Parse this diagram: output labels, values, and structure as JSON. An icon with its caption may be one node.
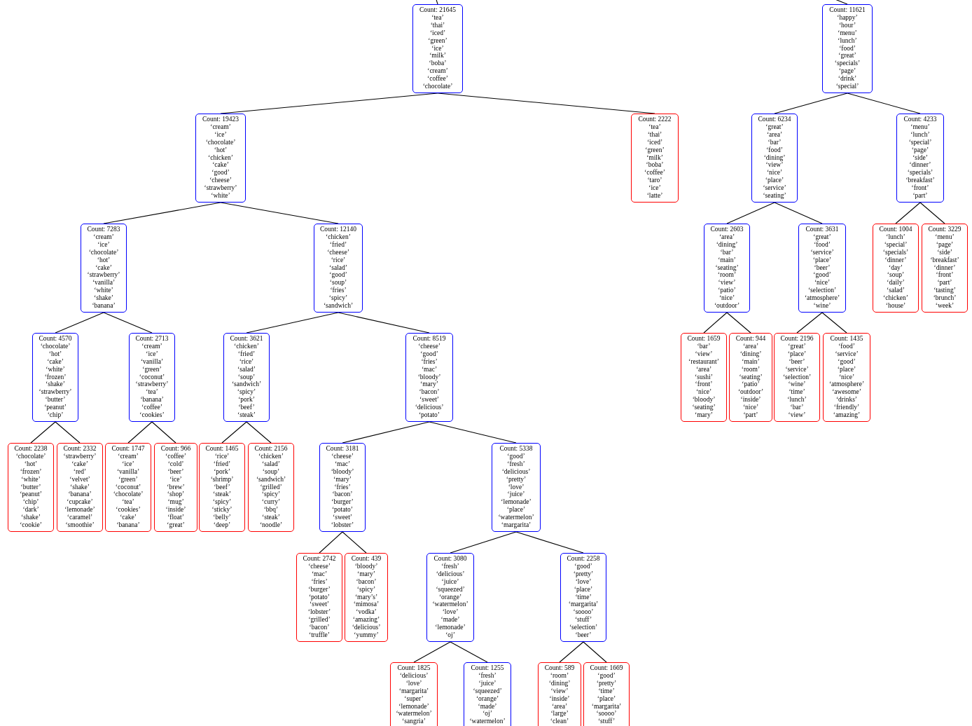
{
  "diagram": {
    "nodes": [
      {
        "text": [
          "Count: 21645",
          "‘tea’",
          "‘thai’",
          "‘iced’",
          "‘green’",
          "‘ice’",
          "‘milk’",
          "‘boba’",
          "‘cream’",
          "‘coffee’",
          "‘chocolate’"
        ]
      },
      {
        "text": [
          "Count: 11621",
          "‘happy’",
          "‘hour’",
          "‘menu’",
          "‘lunch’",
          "‘food’",
          "‘great’",
          "‘specials’",
          "‘page’",
          "‘drink’",
          "‘special’"
        ]
      },
      {
        "text": [
          "Count: 19423",
          "‘cream’",
          "‘ice’",
          "‘chocolate’",
          "‘hot’",
          "‘chicken’",
          "‘cake’",
          "‘good’",
          "‘cheese’",
          "‘strawberry’",
          "‘white’"
        ]
      },
      {
        "text": [
          "Count: 2222",
          "‘tea’",
          "‘thai’",
          "‘iced’",
          "‘green’",
          "‘milk’",
          "‘boba’",
          "‘coffee’",
          "‘taro’",
          "‘ice’",
          "‘latte’"
        ]
      },
      {
        "text": [
          "Count: 6234",
          "‘great’",
          "‘area’",
          "‘bar’",
          "‘food’",
          "‘dining’",
          "‘view’",
          "‘nice’",
          "‘place’",
          "‘service’",
          "‘seating’"
        ]
      },
      {
        "text": [
          "Count: 4233",
          "‘menu’",
          "‘lunch’",
          "‘special’",
          "‘page’",
          "‘side’",
          "‘dinner’",
          "‘specials’",
          "‘breakfast’",
          "‘front’",
          "‘part’"
        ]
      },
      {
        "text": [
          "Count: 7283",
          "‘cream’",
          "‘ice’",
          "‘chocolate’",
          "‘hot’",
          "‘cake’",
          "‘strawberry’",
          "‘vanilla’",
          "‘white’",
          "‘shake’",
          "‘banana’"
        ]
      },
      {
        "text": [
          "Count: 12140",
          "‘chicken’",
          "‘fried’",
          "‘cheese’",
          "‘rice’",
          "‘salad’",
          "‘good’",
          "‘soup’",
          "‘fries’",
          "‘spicy’",
          "‘sandwich’"
        ]
      },
      {
        "text": [
          "Count: 2603",
          "‘area’",
          "‘dining’",
          "‘bar’",
          "‘main’",
          "‘seating’",
          "‘room’",
          "‘view’",
          "‘patio’",
          "‘nice’",
          "‘outdoor’"
        ]
      },
      {
        "text": [
          "Count: 3631",
          "‘great’",
          "‘food’",
          "‘service’",
          "‘place’",
          "‘beer’",
          "‘good’",
          "‘nice’",
          "‘selection’",
          "‘atmosphere’",
          "‘wine’"
        ]
      },
      {
        "text": [
          "Count: 1004",
          "‘lunch’",
          "‘special’",
          "‘specials’",
          "‘dinner’",
          "‘day’",
          "‘soup’",
          "‘daily’",
          "‘salad’",
          "‘chicken’",
          "‘house’"
        ]
      },
      {
        "text": [
          "Count: 3229",
          "‘menu’",
          "‘page’",
          "‘side’",
          "‘breakfast’",
          "‘dinner’",
          "‘front’",
          "‘part’",
          "‘tasting’",
          "‘brunch’",
          "‘week’"
        ]
      },
      {
        "text": [
          "Count: 4570",
          "‘chocolate’",
          "‘hot’",
          "‘cake’",
          "‘white’",
          "‘frozen’",
          "‘shake’",
          "‘strawberry’",
          "‘butter’",
          "‘peanut’",
          "‘chip’"
        ]
      },
      {
        "text": [
          "Count: 2713",
          "‘cream’",
          "‘ice’",
          "‘vanilla’",
          "‘green’",
          "‘coconut’",
          "‘strawberry’",
          "‘tea’",
          "‘banana’",
          "‘coffee’",
          "‘cookies’"
        ]
      },
      {
        "text": [
          "Count: 3621",
          "‘chicken’",
          "‘fried’",
          "‘rice’",
          "‘salad’",
          "‘soup’",
          "‘sandwich’",
          "‘spicy’",
          "‘pork’",
          "‘beef’",
          "‘steak’"
        ]
      },
      {
        "text": [
          "Count: 8519",
          "‘cheese’",
          "‘good’",
          "‘fries’",
          "‘mac’",
          "‘bloody’",
          "‘mary’",
          "‘bacon’",
          "‘sweet’",
          "‘delicious’",
          "‘potato’"
        ]
      },
      {
        "text": [
          "Count: 1659",
          "‘bar’",
          "‘view’",
          "‘restaurant’",
          "‘area’",
          "‘sushi’",
          "‘front’",
          "‘nice’",
          "‘bloody’",
          "‘seating’",
          "‘mary’"
        ]
      },
      {
        "text": [
          "Count: 944",
          "‘area’",
          "‘dining’",
          "‘main’",
          "‘room’",
          "‘seating’",
          "‘patio’",
          "‘outdoor’",
          "‘inside’",
          "‘nice’",
          "‘part’"
        ]
      },
      {
        "text": [
          "Count: 2196",
          "‘great’",
          "‘place’",
          "‘beer’",
          "‘service’",
          "‘selection’",
          "‘wine’",
          "‘time’",
          "‘lunch’",
          "‘bar’",
          "‘view’"
        ]
      },
      {
        "text": [
          "Count: 1435",
          "‘food’",
          "‘service’",
          "‘good’",
          "‘place’",
          "‘nice’",
          "‘atmosphere’",
          "‘awesome’",
          "‘drinks’",
          "‘friendly’",
          "‘amazing’"
        ]
      },
      {
        "text": [
          "Count: 2238",
          "‘chocolate’",
          "‘hot’",
          "‘frozen’",
          "‘white’",
          "‘butter’",
          "‘peanut’",
          "‘chip’",
          "‘dark’",
          "‘shake’",
          "‘cookie’"
        ]
      },
      {
        "text": [
          "Count: 2332",
          "‘strawberry’",
          "‘cake’",
          "‘red’",
          "‘velvet’",
          "‘shake’",
          "‘banana’",
          "‘cupcake’",
          "‘lemonade’",
          "‘caramel’",
          "‘smoothie’"
        ]
      },
      {
        "text": [
          "Count: 1747",
          "‘cream’",
          "‘ice’",
          "‘vanilla’",
          "‘green’",
          "‘coconut’",
          "‘chocolate’",
          "‘tea’",
          "‘cookies’",
          "‘cake’",
          "‘banana’"
        ]
      },
      {
        "text": [
          "Count: 966",
          "‘coffee’",
          "‘cold’",
          "‘beer’",
          "‘ice’",
          "‘brew’",
          "‘shop’",
          "‘mug’",
          "‘inside’",
          "‘float’",
          "‘great’"
        ]
      },
      {
        "text": [
          "Count: 1465",
          "‘rice’",
          "‘fried’",
          "‘pork’",
          "‘shrimp’",
          "‘beef’",
          "‘steak’",
          "‘spicy’",
          "‘sticky’",
          "‘belly’",
          "‘deep’"
        ]
      },
      {
        "text": [
          "Count: 2156",
          "‘chicken’",
          "‘salad’",
          "‘soup’",
          "‘sandwich’",
          "‘grilled’",
          "‘spicy’",
          "‘curry’",
          "‘bbq’",
          "‘steak’",
          "‘noodle’"
        ]
      },
      {
        "text": [
          "Count: 3181",
          "‘cheese’",
          "‘mac’",
          "‘bloody’",
          "‘mary’",
          "‘fries’",
          "‘bacon’",
          "‘burger’",
          "‘potato’",
          "‘sweet’",
          "‘lobster’"
        ]
      },
      {
        "text": [
          "Count: 5338",
          "‘good’",
          "‘fresh’",
          "‘delicious’",
          "‘pretty’",
          "‘love’",
          "‘juice’",
          "‘lemonade’",
          "‘place’",
          "‘watermelon’",
          "‘margarita’"
        ]
      },
      {
        "text": [
          "Count: 2742",
          "‘cheese’",
          "‘mac’",
          "‘fries’",
          "‘burger’",
          "‘potato’",
          "‘sweet’",
          "‘lobster’",
          "‘grilled’",
          "‘bacon’",
          "‘truffle’"
        ]
      },
      {
        "text": [
          "Count: 439",
          "‘bloody’",
          "‘mary’",
          "‘bacon’",
          "‘spicy’",
          "‘mary’s’",
          "‘mimosa’",
          "‘vodka’",
          "‘amazing’",
          "‘delicious’",
          "‘yummy’"
        ]
      },
      {
        "text": [
          "Count: 3080",
          "‘fresh’",
          "‘delicious’",
          "‘juice’",
          "‘squeezed’",
          "‘orange’",
          "‘watermelon’",
          "‘love’",
          "‘made’",
          "‘lemonade’",
          "‘oj’"
        ]
      },
      {
        "text": [
          "Count: 2258",
          "‘good’",
          "‘pretty’",
          "‘love’",
          "‘place’",
          "‘time’",
          "‘margarita’",
          "‘soooo’",
          "‘stuff’",
          "‘selection’",
          "‘beer’"
        ]
      },
      {
        "text": [
          "Count: 1825",
          "‘delicious’",
          "‘love’",
          "‘margarita’",
          "‘super’",
          "‘lemonade’",
          "‘watermelon’",
          "‘sangria’"
        ]
      },
      {
        "text": [
          "Count: 1255",
          "‘fresh’",
          "‘juice’",
          "‘squeezed’",
          "‘orange’",
          "‘made’",
          "‘oj’",
          "‘watermelon’"
        ]
      },
      {
        "text": [
          "Count: 589",
          "‘room’",
          "‘dining’",
          "‘view’",
          "‘inside’",
          "‘area’",
          "‘large’",
          "‘clean’"
        ]
      },
      {
        "text": [
          "Count: 1669",
          "‘good’",
          "‘pretty’",
          "‘time’",
          "‘place’",
          "‘margarita’",
          "‘soooo’",
          "‘stuff’"
        ]
      }
    ],
    "edges": [
      {
        "from": null,
        "to": 0,
        "arrow": "none"
      },
      {
        "from": null,
        "to": 1,
        "arrow": "none"
      },
      {
        "from": 0,
        "to": 2,
        "arrow": "none"
      },
      {
        "from": 0,
        "to": 3,
        "arrow": "none"
      },
      {
        "from": 1,
        "to": 4,
        "arrow": "none"
      },
      {
        "from": 1,
        "to": 5,
        "arrow": "none"
      },
      {
        "from": 2,
        "to": 6,
        "arrow": "none"
      },
      {
        "from": 2,
        "to": 7,
        "arrow": "none"
      },
      {
        "from": 4,
        "to": 8,
        "arrow": "none"
      },
      {
        "from": 4,
        "to": 9,
        "arrow": "none"
      },
      {
        "from": 5,
        "to": 10,
        "arrow": "none"
      },
      {
        "from": 5,
        "to": 11,
        "arrow": "none"
      },
      {
        "from": 6,
        "to": 12,
        "arrow": "none"
      },
      {
        "from": 6,
        "to": 13,
        "arrow": "none"
      },
      {
        "from": 7,
        "to": 14,
        "arrow": "none"
      },
      {
        "from": 7,
        "to": 15,
        "arrow": "none"
      },
      {
        "from": 8,
        "to": 16,
        "arrow": "none"
      },
      {
        "from": 8,
        "to": 17,
        "arrow": "none"
      },
      {
        "from": 9,
        "to": 18,
        "arrow": "none"
      },
      {
        "from": 9,
        "to": 19,
        "arrow": "none"
      },
      {
        "from": 12,
        "to": 20,
        "arrow": "none"
      },
      {
        "from": 12,
        "to": 21,
        "arrow": "none"
      },
      {
        "from": 13,
        "to": 22,
        "arrow": "none"
      },
      {
        "from": 13,
        "to": 23,
        "arrow": "none"
      },
      {
        "from": 14,
        "to": 24,
        "arrow": "none"
      },
      {
        "from": 14,
        "to": 25,
        "arrow": "none"
      },
      {
        "from": 15,
        "to": 26,
        "arrow": "none"
      },
      {
        "from": 15,
        "to": 27,
        "arrow": "none"
      },
      {
        "from": 26,
        "to": 28,
        "arrow": "none"
      },
      {
        "from": 26,
        "to": 29,
        "arrow": "none"
      },
      {
        "from": 27,
        "to": 30,
        "arrow": "none"
      },
      {
        "from": 27,
        "to": 31,
        "arrow": "none"
      },
      {
        "from": 30,
        "to": 32,
        "arrow": "none"
      },
      {
        "from": 30,
        "to": 33,
        "arrow": "none"
      },
      {
        "from": 31,
        "to": 34,
        "arrow": "none"
      },
      {
        "from": 31,
        "to": 35,
        "arrow": "none"
      }
    ]
  }
}
